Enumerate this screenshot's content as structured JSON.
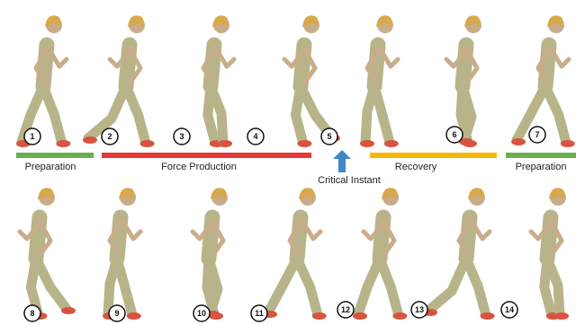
{
  "colors": {
    "preparation": "#6ab04c",
    "force": "#e53935",
    "recovery": "#f5b800",
    "arrow": "#3f86c8",
    "skin": "#c9ad8a",
    "suit": "#b8b48a",
    "hair": "#d9a84a",
    "shoe": "#d8543e"
  },
  "phases": [
    {
      "label": "Preparation",
      "color_key": "preparation"
    },
    {
      "label": "Force Production",
      "color_key": "force"
    },
    {
      "label": "Recovery",
      "color_key": "recovery"
    },
    {
      "label": "Preparation",
      "color_key": "preparation"
    }
  ],
  "critical_instant": {
    "label": "Critical Instant"
  },
  "frames_top": [
    "1",
    "2",
    "3",
    "4",
    "5",
    "6",
    "7"
  ],
  "frames_bottom": [
    "8",
    "9",
    "10",
    "11",
    "12",
    "13",
    "14"
  ]
}
